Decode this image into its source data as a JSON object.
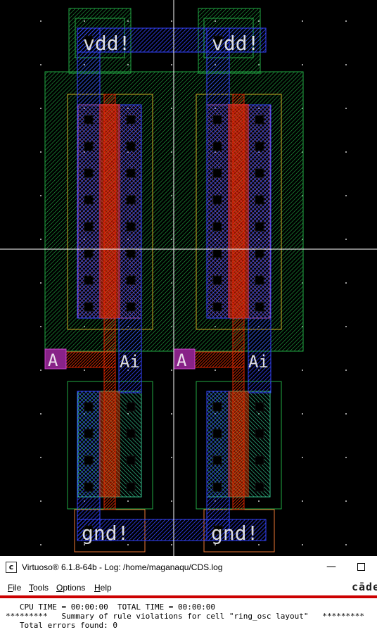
{
  "layout": {
    "labels": {
      "vdd_left": "vdd!",
      "vdd_right": "vdd!",
      "gnd_left": "gnd!",
      "gnd_right": "gnd!",
      "input_left": "A",
      "output_left": "Ai",
      "input_right": "A",
      "output_right": "Ai"
    }
  },
  "colors": {
    "background": "#000000",
    "metal1": "#2233ff",
    "poly": "#cc1100",
    "nwell": "#22aa44",
    "pselect": "#ccaa22",
    "nselect": "#ee7733",
    "diffusion": "#33bb88",
    "contact": "#000000",
    "crosshair": "#ffffff"
  },
  "log_window": {
    "app_icon": "c",
    "title": "Virtuoso® 6.1.8-64b - Log: /home/maganaqu/CDS.log",
    "minimize": "—",
    "menus": [
      "File",
      "Tools",
      "Options",
      "Help"
    ],
    "brand": "cāde",
    "lines": [
      "   CPU TIME = 00:00:00  TOTAL TIME = 00:00:00",
      "*********   Summary of rule violations for cell \"ring_osc layout\"   *********",
      "   Total errors found: 0"
    ]
  }
}
